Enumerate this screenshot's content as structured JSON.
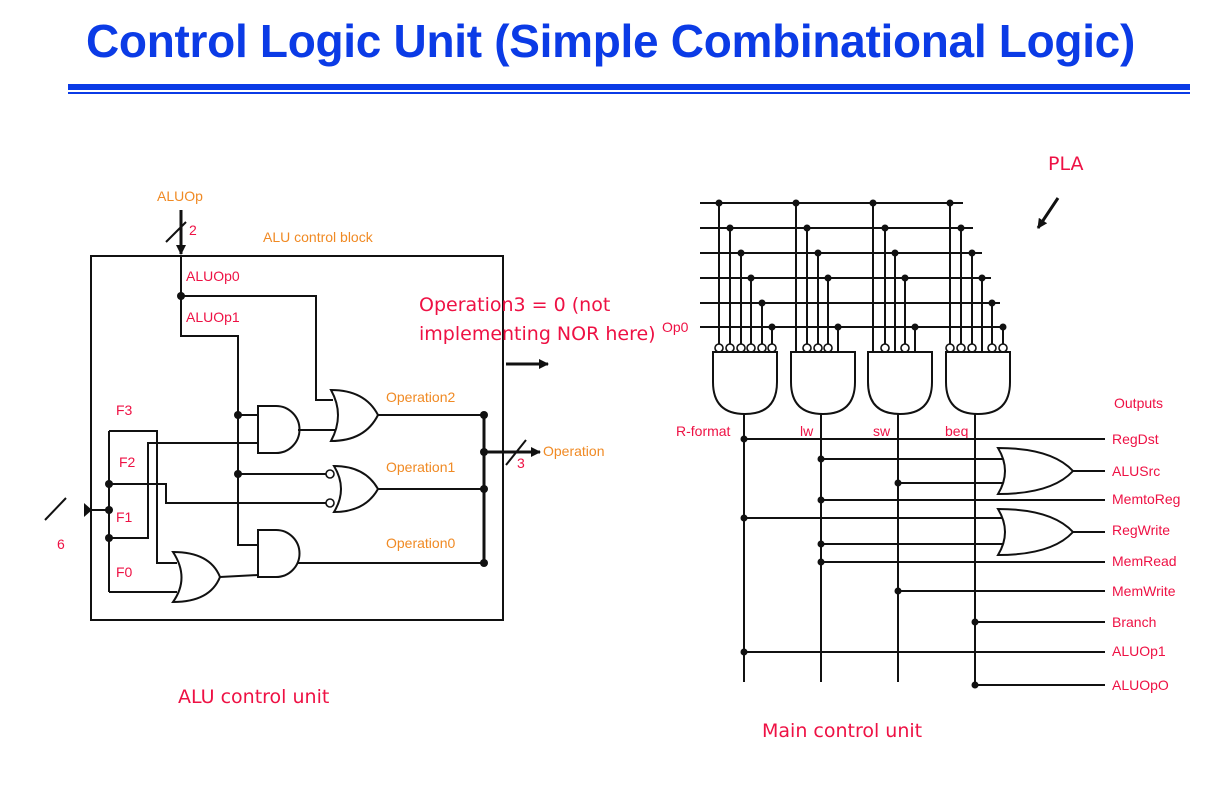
{
  "title": "Control Logic Unit (Simple Combinational Logic)",
  "colors": {
    "title": "#0b3be6",
    "label_red": "#ee1144",
    "label_orange": "#f08a24",
    "wire": "#111111"
  },
  "alu_control": {
    "input_label": "ALUOp",
    "input_width": "2",
    "block_label": "ALU control block",
    "aluop_bits": [
      "ALUOp0",
      "ALUOp1"
    ],
    "funct_width": "6",
    "funct_bits": [
      "F3",
      "F2",
      "F1",
      "F0"
    ],
    "outputs": [
      "Operation2",
      "Operation1",
      "Operation0"
    ],
    "output_label": "Operation",
    "output_width": "3",
    "note": [
      "Operation3 = 0 (not",
      "implementing NOR here)"
    ],
    "caption": "ALU control unit"
  },
  "main_control": {
    "pla_label": "PLA",
    "input_label": "Op0",
    "product_terms": [
      "R-format",
      "lw",
      "sw",
      "beq"
    ],
    "outputs_header": "Outputs",
    "outputs": [
      "RegDst",
      "ALUSrc",
      "MemtoReg",
      "RegWrite",
      "MemRead",
      "MemWrite",
      "Branch",
      "ALUOp1",
      "ALUOpO"
    ],
    "caption": "Main control unit"
  }
}
